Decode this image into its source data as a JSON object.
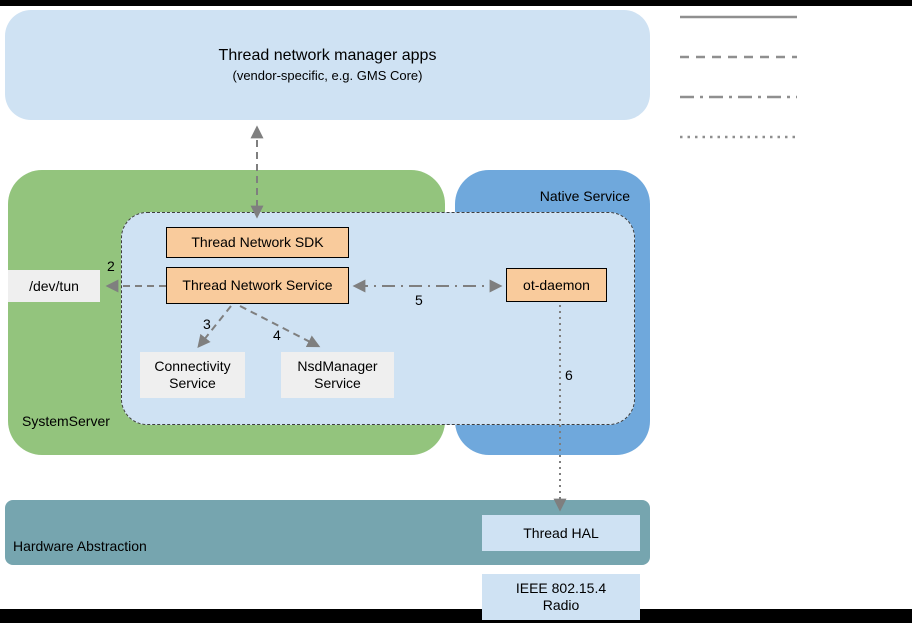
{
  "colors": {
    "app_box_fill": "#cfe2f3",
    "system_server_fill": "#93c47d",
    "native_service_fill": "#6fa8dc",
    "hardware_abstraction_fill": "#76a5af",
    "component_orange_fill": "#f9cb9c",
    "component_gray_fill": "#efefef",
    "arrow_gray": "#7f7f7f"
  },
  "apps_box": {
    "title": "Thread network manager apps",
    "subtitle": "(vendor-specific, e.g. GMS Core)"
  },
  "groups": {
    "system_server": "SystemServer",
    "native_service": "Native Service",
    "hardware_abstraction": "Hardware Abstraction"
  },
  "components": {
    "thread_network_sdk": "Thread Network SDK",
    "thread_network_service": "Thread Network Service",
    "dev_tun": "/dev/tun",
    "connectivity_service_line1": "Connectivity",
    "connectivity_service_line2": "Service",
    "nsd_manager_line1": "NsdManager",
    "nsd_manager_line2": "Service",
    "ot_daemon": "ot-daemon",
    "thread_hal": "Thread HAL",
    "radio_line1": "IEEE 802.15.4",
    "radio_line2": "Radio"
  },
  "connection_numbers": {
    "to_dev_tun": "2",
    "to_connectivity_service": "3",
    "to_nsd_manager": "4",
    "to_ot_daemon": "5",
    "to_thread_hal": "6"
  },
  "legend": {
    "line_styles": [
      "solid",
      "dashed",
      "dash-dot",
      "dotted"
    ]
  }
}
